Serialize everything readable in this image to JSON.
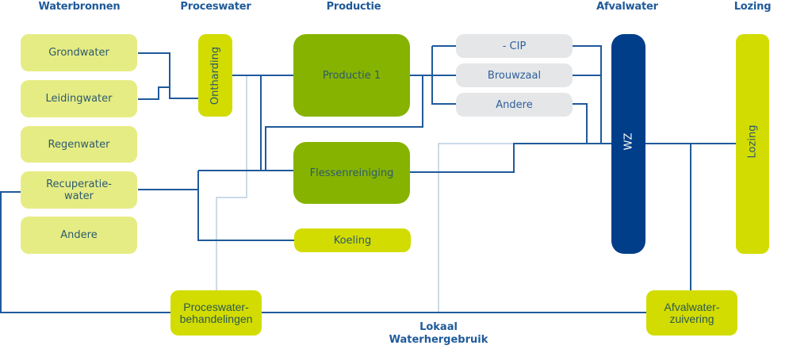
{
  "headers": {
    "waterbronnen": "Waterbronnen",
    "proceswater": "Proceswater",
    "productie": "Productie",
    "afvalwater": "Afvalwater",
    "lozing": "Lozing"
  },
  "sources": [
    {
      "label": "Grondwater"
    },
    {
      "label": "Leidingwater"
    },
    {
      "label": "Regenwater"
    },
    {
      "label": "Recuperatie-\nwater",
      "line1": "Recuperatie-",
      "line2": "water"
    },
    {
      "label": "Andere"
    }
  ],
  "process": {
    "ontharding": "Ontharding",
    "productie1": "Productie 1",
    "flessenreiniging": "Flessenreiniging",
    "koeling": "Koeling"
  },
  "subprocesses": [
    {
      "label": "- CIP"
    },
    {
      "label": "Brouwzaal"
    },
    {
      "label": "Andere"
    }
  ],
  "wastewater": {
    "wz": "WZ"
  },
  "discharge": {
    "lozing": "Lozing"
  },
  "treatment": {
    "proceswater_line1": "Proceswater-",
    "proceswater_line2": "behandelingen",
    "afvalwater_line1": "Afvalwater-",
    "afvalwater_line2": "zuivering"
  },
  "footer": {
    "line1": "Lokaal",
    "line2": "Waterhergebruik"
  },
  "colors": {
    "header_text": "#1f5a9a",
    "line_dark": "#1f5a9a",
    "line_light": "#a9c3dc",
    "source_fill": "#e6ec84",
    "lime_fill": "#d2dc00",
    "green_fill": "#86b300",
    "grey_fill": "#e5e6e8",
    "navy_fill": "#003e8a"
  }
}
